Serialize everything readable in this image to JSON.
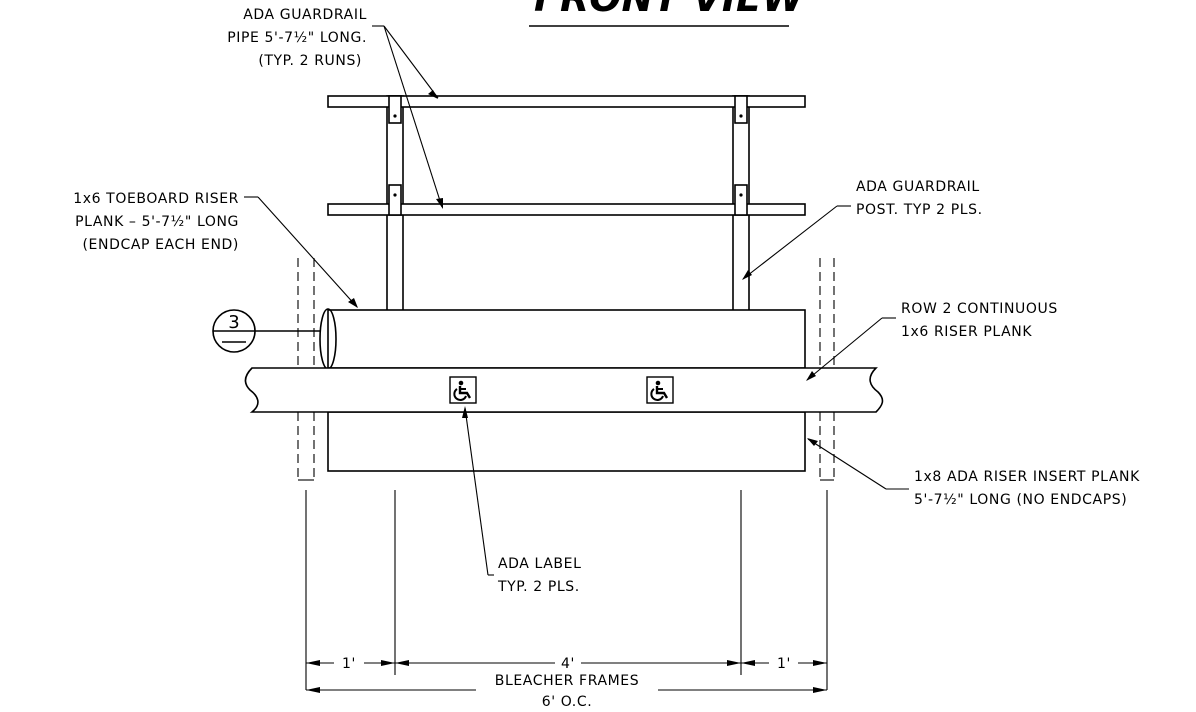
{
  "title": "FRONT VIEW",
  "section_marker": "3",
  "notes": {
    "guardrail_pipe": [
      "ADA GUARDRAIL",
      "PIPE 5'-7½\" LONG.",
      "(TYP. 2 RUNS)"
    ],
    "toeboard": [
      "1x6 TOEBOARD RISER",
      "PLANK – 5'-7½\" LONG",
      "(ENDCAP EACH END)"
    ],
    "guardrail_post": [
      "ADA GUARDRAIL",
      "POST.  TYP 2 PLS."
    ],
    "row2_plank": [
      "ROW 2 CONTINUOUS",
      "1x6 RISER PLANK"
    ],
    "insert_plank": [
      "1x8 ADA RISER INSERT PLANK",
      "5'-7½\" LONG (NO ENDCAPS)"
    ],
    "ada_label": [
      "ADA LABEL",
      "TYP. 2 PLS."
    ]
  },
  "dimensions": {
    "left_gap": "1'",
    "middle": "4'",
    "right_gap": "1'",
    "overall": [
      "BLEACHER FRAMES",
      "6' O.C."
    ]
  },
  "icons": [
    "wheelchair-accessible-icon"
  ],
  "colors": {
    "line": "#000000",
    "background": "#ffffff"
  }
}
